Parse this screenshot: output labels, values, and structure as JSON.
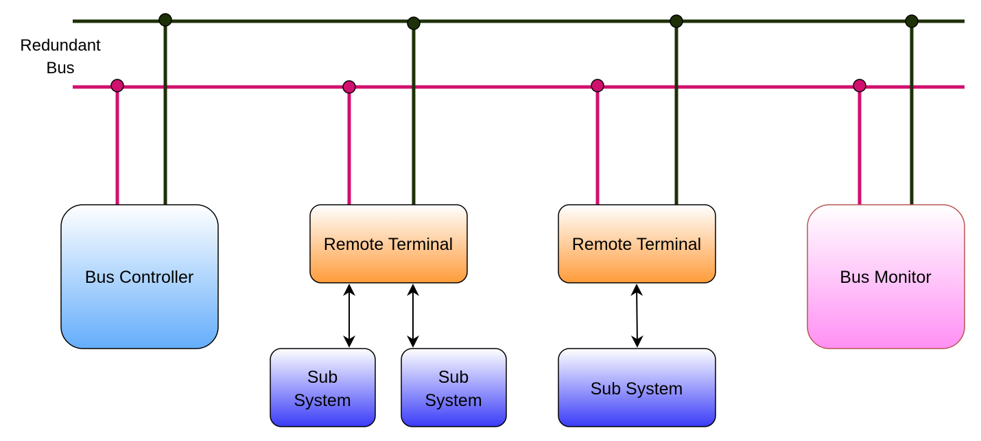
{
  "bus_label": {
    "line1": "Redundant",
    "line2": "Bus"
  },
  "colors": {
    "bus_a": "#1e3008",
    "bus_b": "#d0106e",
    "arrow": "#000000"
  },
  "nodes": {
    "bus_controller": {
      "label": "Bus Controller"
    },
    "remote_terminal_1": {
      "label": "Remote Terminal"
    },
    "remote_terminal_2": {
      "label": "Remote Terminal"
    },
    "bus_monitor": {
      "label": "Bus Monitor"
    },
    "subsystem_1": {
      "line1": "Sub",
      "line2": "System"
    },
    "subsystem_2": {
      "line1": "Sub",
      "line2": "System"
    },
    "subsystem_3": {
      "label": "Sub System"
    }
  }
}
